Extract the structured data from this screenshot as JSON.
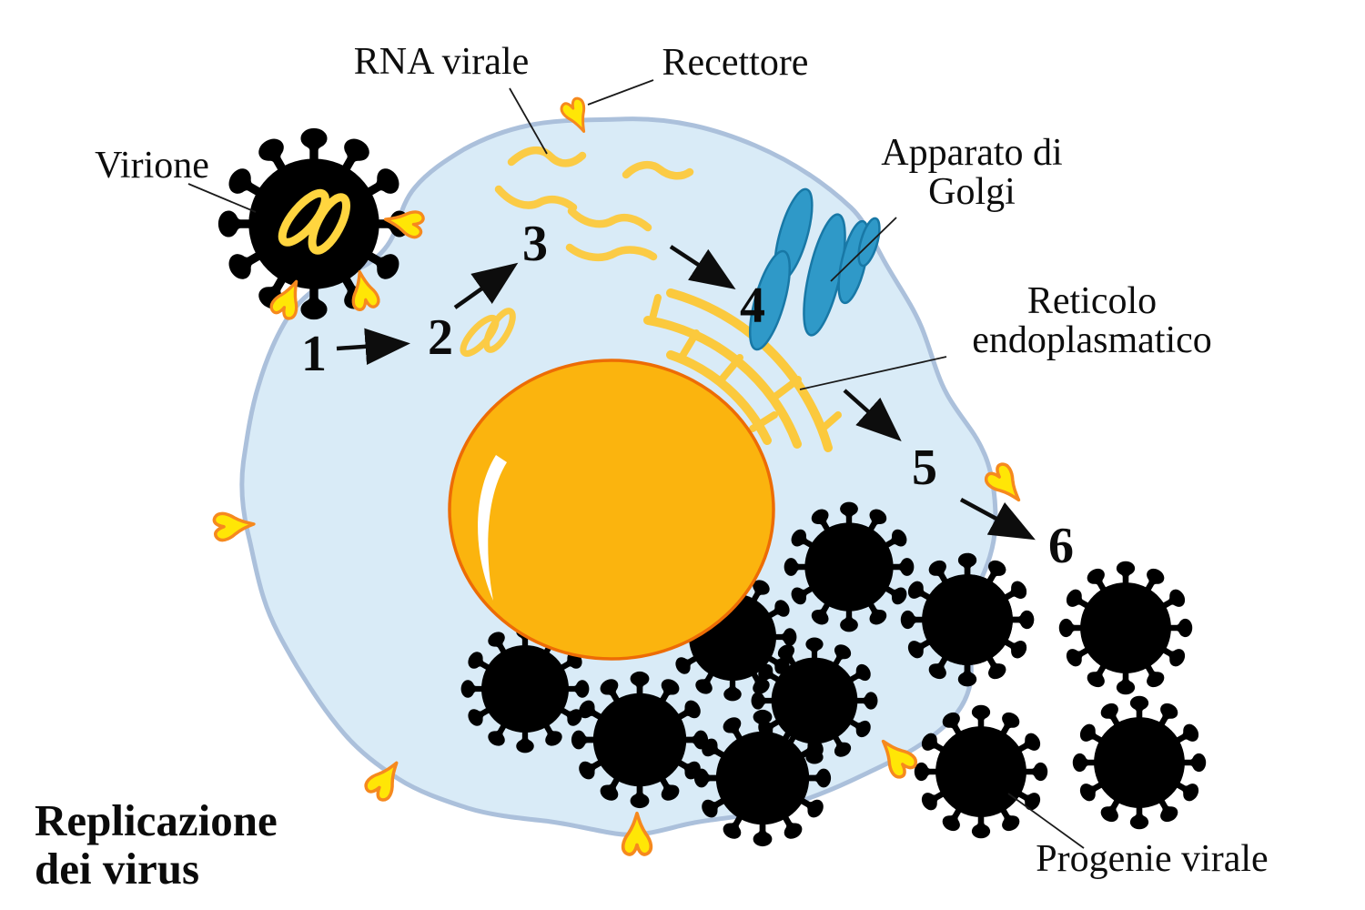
{
  "title": {
    "line1": "Replicazione",
    "line2": "dei virus"
  },
  "labels": {
    "virione": "Virione",
    "rna_virale": "RNA virale",
    "recettore": "Recettore",
    "apparato_line1": "Apparato di",
    "apparato_line2": "Golgi",
    "reticolo_line1": "Reticolo",
    "reticolo_line2": "endoplasmatico",
    "progenie": "Progenie virale"
  },
  "steps": [
    "1",
    "2",
    "3",
    "4",
    "5",
    "6"
  ],
  "colors": {
    "cell_fill": "#D9EBF7",
    "cell_stroke": "#ABC0DB",
    "nucleus_fill": "#FBB40E",
    "nucleus_stroke": "#ED6C05",
    "golgi_fill": "#2F99C8",
    "golgi_stroke": "#1878A6",
    "er_yellow": "#FBC93D",
    "receptor_fill": "#FFE606",
    "receptor_stroke": "#F6891E",
    "virion_pink": "#F6A6BF",
    "progeny_pink": "#F9A9C2",
    "virus_purple": "#D5AFD9",
    "rna_gold": "#FFD53F",
    "text": "#0D0D0D"
  }
}
